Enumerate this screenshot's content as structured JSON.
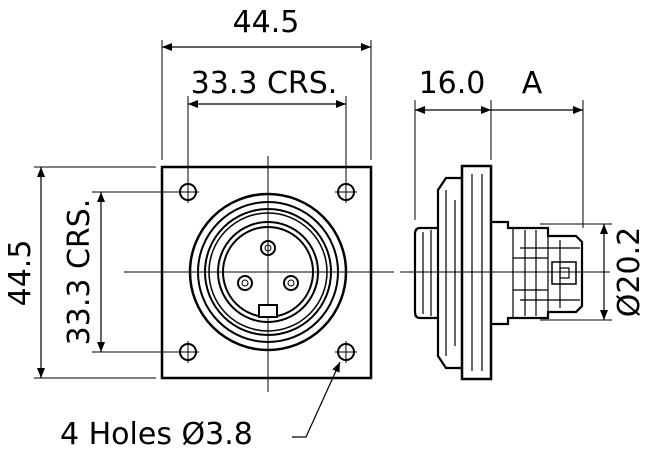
{
  "front_view": {
    "overall_width": "44.5",
    "hole_spacing_width": "33.3 CRS.",
    "overall_height": "44.5",
    "hole_spacing_height": "33.3 CRS.",
    "holes_note": "4 Holes Ø3.8"
  },
  "side_view": {
    "depth": "16.0",
    "depth_variable": "A",
    "body_diameter": "Ø20.2"
  },
  "colors": {
    "line": "#000000",
    "background": "#ffffff"
  }
}
